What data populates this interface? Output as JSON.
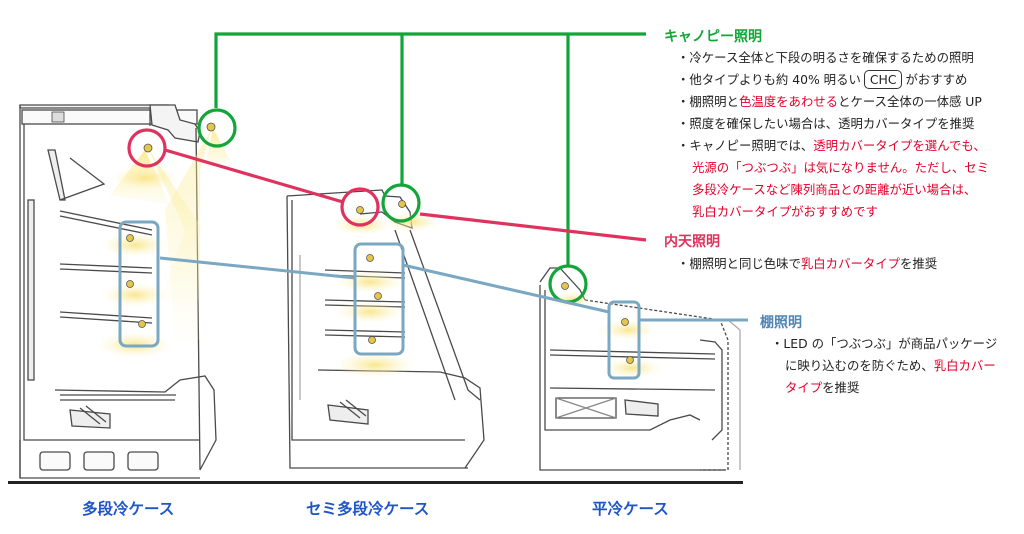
{
  "colors": {
    "green": "#13a538",
    "pink": "#e0325e",
    "blue": "#7aa7c2",
    "blue_label": "#1e56c8",
    "accent_red": "#e4002b"
  },
  "canopy": {
    "heading": "キャノピー照明",
    "bullets": [
      [
        "・冷ケース全体と下段の明るさを確保するための照明"
      ],
      [
        "・他タイプよりも約 40% 明るい"
      ],
      [
        "・棚照明と",
        "色温度をあわせる",
        "とケース全体の一体感 UP"
      ],
      [
        "・照度を確保したい場合は、透明カバータイプを推奨"
      ],
      [
        "・キャノピー照明では、",
        "透明カバータイプを選んでも、"
      ],
      [
        "光源の「つぶつぶ」は気になりません。ただし、セミ"
      ],
      [
        "多段冷ケースなど陳列商品との距離が近い場合は、"
      ],
      [
        "乳白カバータイプがおすすめです"
      ]
    ],
    "chc_badge": "CHC",
    "chc_after": "がおすすめ"
  },
  "ceiling": {
    "heading": "内天照明",
    "bullets": [
      [
        "・棚照明と同じ色味で",
        "乳白カバータイプ",
        "を推奨"
      ]
    ]
  },
  "shelf": {
    "heading": "棚照明",
    "bullets": [
      [
        "・LED の「つぶつぶ」が商品パッケージ"
      ],
      [
        "に映り込むのを防ぐため、",
        "乳白カバー"
      ],
      [
        "タイプ",
        "を推奨"
      ]
    ]
  },
  "cases": {
    "multi": "多段冷ケース",
    "semi": "セミ多段冷ケース",
    "flat": "平冷ケース"
  }
}
